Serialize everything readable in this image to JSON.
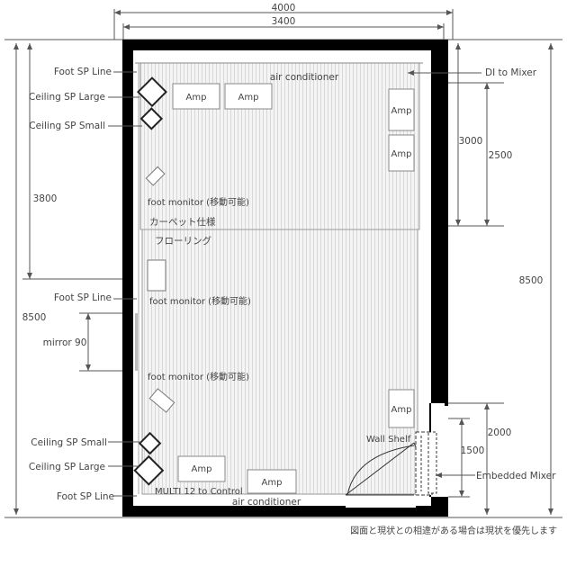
{
  "dimensions": {
    "total_width": "4000",
    "inner_width": "3400",
    "left_3800": "3800",
    "left_8500": "8500",
    "mirror": "mirror 90",
    "right_3000": "3000",
    "right_2500": "2500",
    "right_8500": "8500",
    "right_2000": "2000",
    "right_1500": "1500"
  },
  "labels": {
    "foot_sp_line_top": "Foot SP Line",
    "ceiling_sp_large_top": "Ceiling SP Large",
    "ceiling_sp_small_top": "Ceiling SP Small",
    "foot_sp_line_mid": "Foot SP Line",
    "ceiling_sp_small_bottom": "Ceiling SP Small",
    "ceiling_sp_large_bottom": "Ceiling SP Large",
    "foot_sp_line_bottom": "Foot SP Line",
    "di_to_mixer": "DI to Mixer",
    "embedded_mixer": "Embedded Mixer"
  },
  "room": {
    "air_conditioner_top": "air conditioner",
    "air_conditioner_bottom": "air conditioner",
    "carpet_area": "カーペット仕様",
    "flooring_area": "フローリング",
    "foot_monitor_1": "foot monitor (移動可能)",
    "foot_monitor_2": "foot monitor (移動可能)",
    "foot_monitor_3": "foot monitor (移動可能)",
    "wall_shelf": "Wall  Shelf",
    "multi_to_control": "MULTI 12 to Control"
  },
  "amps": [
    "Amp",
    "Amp",
    "Amp",
    "Amp",
    "Amp",
    "Amp",
    "Amp"
  ],
  "footnote": "図面と現状との相違がある場合は現状を優先します"
}
